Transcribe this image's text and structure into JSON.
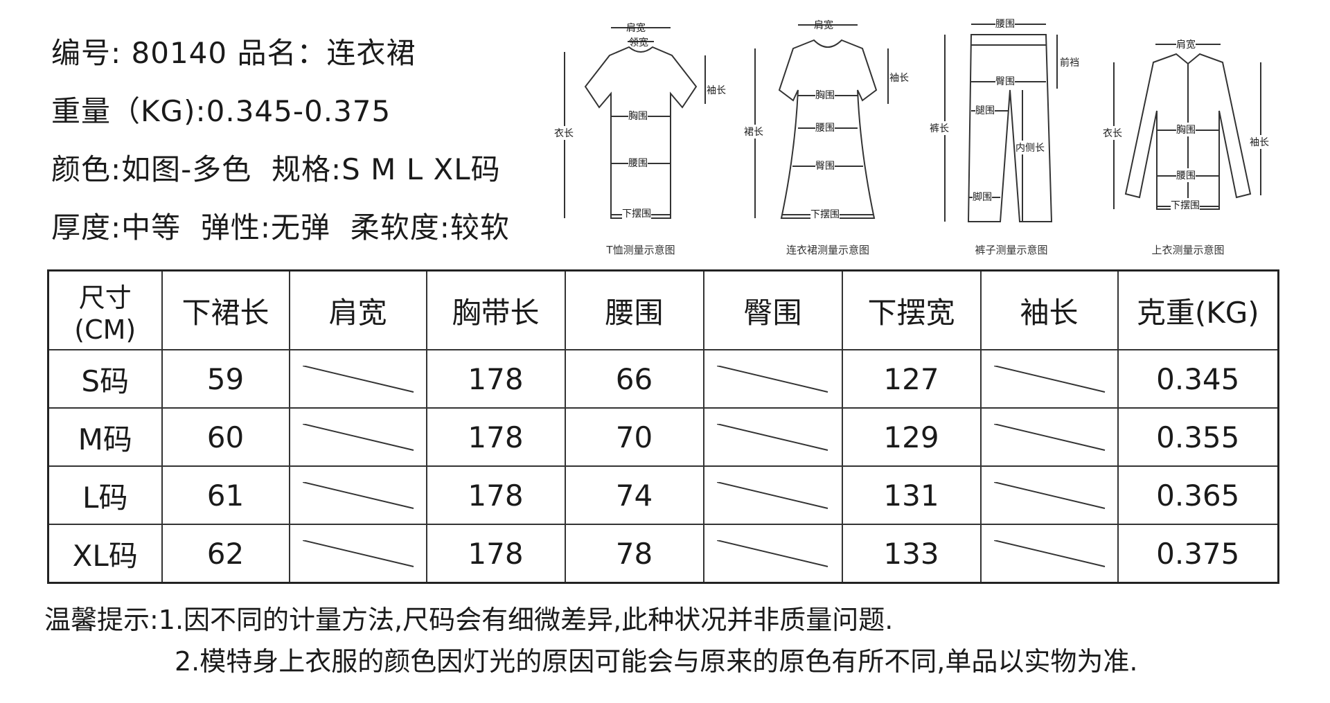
{
  "product": {
    "line1": "编号: 80140 品名：连衣裙",
    "line2": "重量（KG):0.345-0.375",
    "line3": "颜色:如图-多色  规格:S M L XL码",
    "line4": "厚度:中等  弹性:无弹  柔软度:较软"
  },
  "diagrams": [
    {
      "caption": "T恤测量示意图",
      "labels": {
        "shoulder": "肩宽",
        "neck": "领宽",
        "sleeve": "袖长",
        "length": "衣长",
        "chest": "胸围",
        "waist": "腰围",
        "hem": "下摆围"
      }
    },
    {
      "caption": "连衣裙测量示意图",
      "labels": {
        "shoulder": "肩宽",
        "sleeve": "袖长",
        "length": "裙长",
        "chest": "胸围",
        "waist": "腰围",
        "hip": "臀围",
        "hem": "下摆围"
      }
    },
    {
      "caption": "裤子测量示意图",
      "labels": {
        "waist": "腰围",
        "rise": "前裆",
        "hip": "臀围",
        "length": "裤长",
        "thigh": "腿围",
        "inseam": "内侧长",
        "leg": "脚围"
      }
    },
    {
      "caption": "上衣测量示意图",
      "labels": {
        "shoulder": "肩宽",
        "length": "衣长",
        "chest": "胸围",
        "sleeve": "袖长",
        "waist": "腰围",
        "hem": "下摆围"
      }
    }
  ],
  "table": {
    "headers": [
      "尺寸(CM)",
      "下裙长",
      "肩宽",
      "胸带长",
      "腰围",
      "臀围",
      "下摆宽",
      "袖长",
      "克重(KG)"
    ],
    "rows": [
      {
        "size": "S码",
        "skirt_length": "59",
        "chest_band": "178",
        "waist": "66",
        "hem_width": "127",
        "weight": "0.345"
      },
      {
        "size": "M码",
        "skirt_length": "60",
        "chest_band": "178",
        "waist": "70",
        "hem_width": "129",
        "weight": "0.355"
      },
      {
        "size": "L码",
        "skirt_length": "61",
        "chest_band": "178",
        "waist": "74",
        "hem_width": "131",
        "weight": "0.365"
      },
      {
        "size": "XL码",
        "skirt_length": "62",
        "chest_band": "178",
        "waist": "78",
        "hem_width": "133",
        "weight": "0.375"
      }
    ],
    "not_applicable_mark": "diagonal-slash"
  },
  "notes": {
    "line1": "温馨提示:1.因不同的计量方法,尺码会有细微差异,此种状况并非质量问题.",
    "line2": "2.模特身上衣服的颜色因灯光的原因可能会与原来的原色有所不同,单品以实物为准."
  }
}
